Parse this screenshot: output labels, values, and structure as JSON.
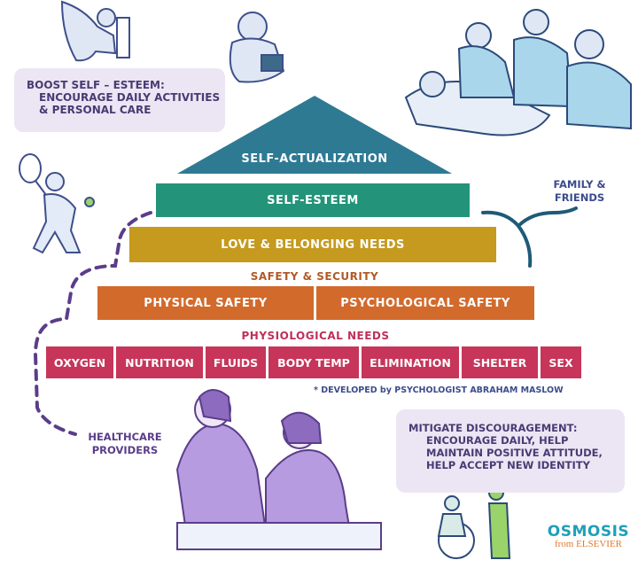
{
  "pyramid": {
    "self_actualization": "SELF-ACTUALIZATION",
    "self_esteem": "SELF-ESTEEM",
    "love_belonging": "LOVE & BELONGING NEEDS",
    "safety_title": "SAFETY & SECURITY",
    "physical_safety": "PHYSICAL SAFETY",
    "psychological_safety": "PSYCHOLOGICAL SAFETY",
    "physiological_title": "PHYSIOLOGICAL NEEDS",
    "physiological_items": [
      "OXYGEN",
      "NUTRITION",
      "FLUIDS",
      "BODY TEMP",
      "ELIMINATION",
      "SHELTER",
      "SEX"
    ],
    "footnote": "* DEVELOPED by PSYCHOLOGIST ABRAHAM MASLOW"
  },
  "notes": {
    "boost": {
      "title": "BOOST SELF – ESTEEM:",
      "lines": [
        "ENCOURAGE DAILY ACTIVITIES",
        "& PERSONAL CARE"
      ]
    },
    "mitigate": {
      "title": "MITIGATE DISCOURAGEMENT:",
      "lines": [
        "ENCOURAGE DAILY, HELP",
        "MAINTAIN POSITIVE ATTITUDE,",
        "HELP ACCEPT NEW IDENTITY"
      ]
    }
  },
  "callouts": {
    "family_friends": [
      "FAMILY &",
      "FRIENDS"
    ],
    "healthcare_providers": [
      "HEALTHCARE",
      "PROVIDERS"
    ]
  },
  "brand": {
    "name": "OSMOSIS",
    "sub": "from ELSEVIER"
  },
  "colors": {
    "self_actualization": "#2e7a93",
    "self_esteem": "#23947a",
    "love_belonging": "#c59a1e",
    "safety_title": "#b25a28",
    "safety": "#d26a2c",
    "physiological_title": "#c0305a",
    "physiological": "#c7355a",
    "purple_bracket": "#5a3d8a",
    "teal_bracket": "#1f5a78"
  }
}
